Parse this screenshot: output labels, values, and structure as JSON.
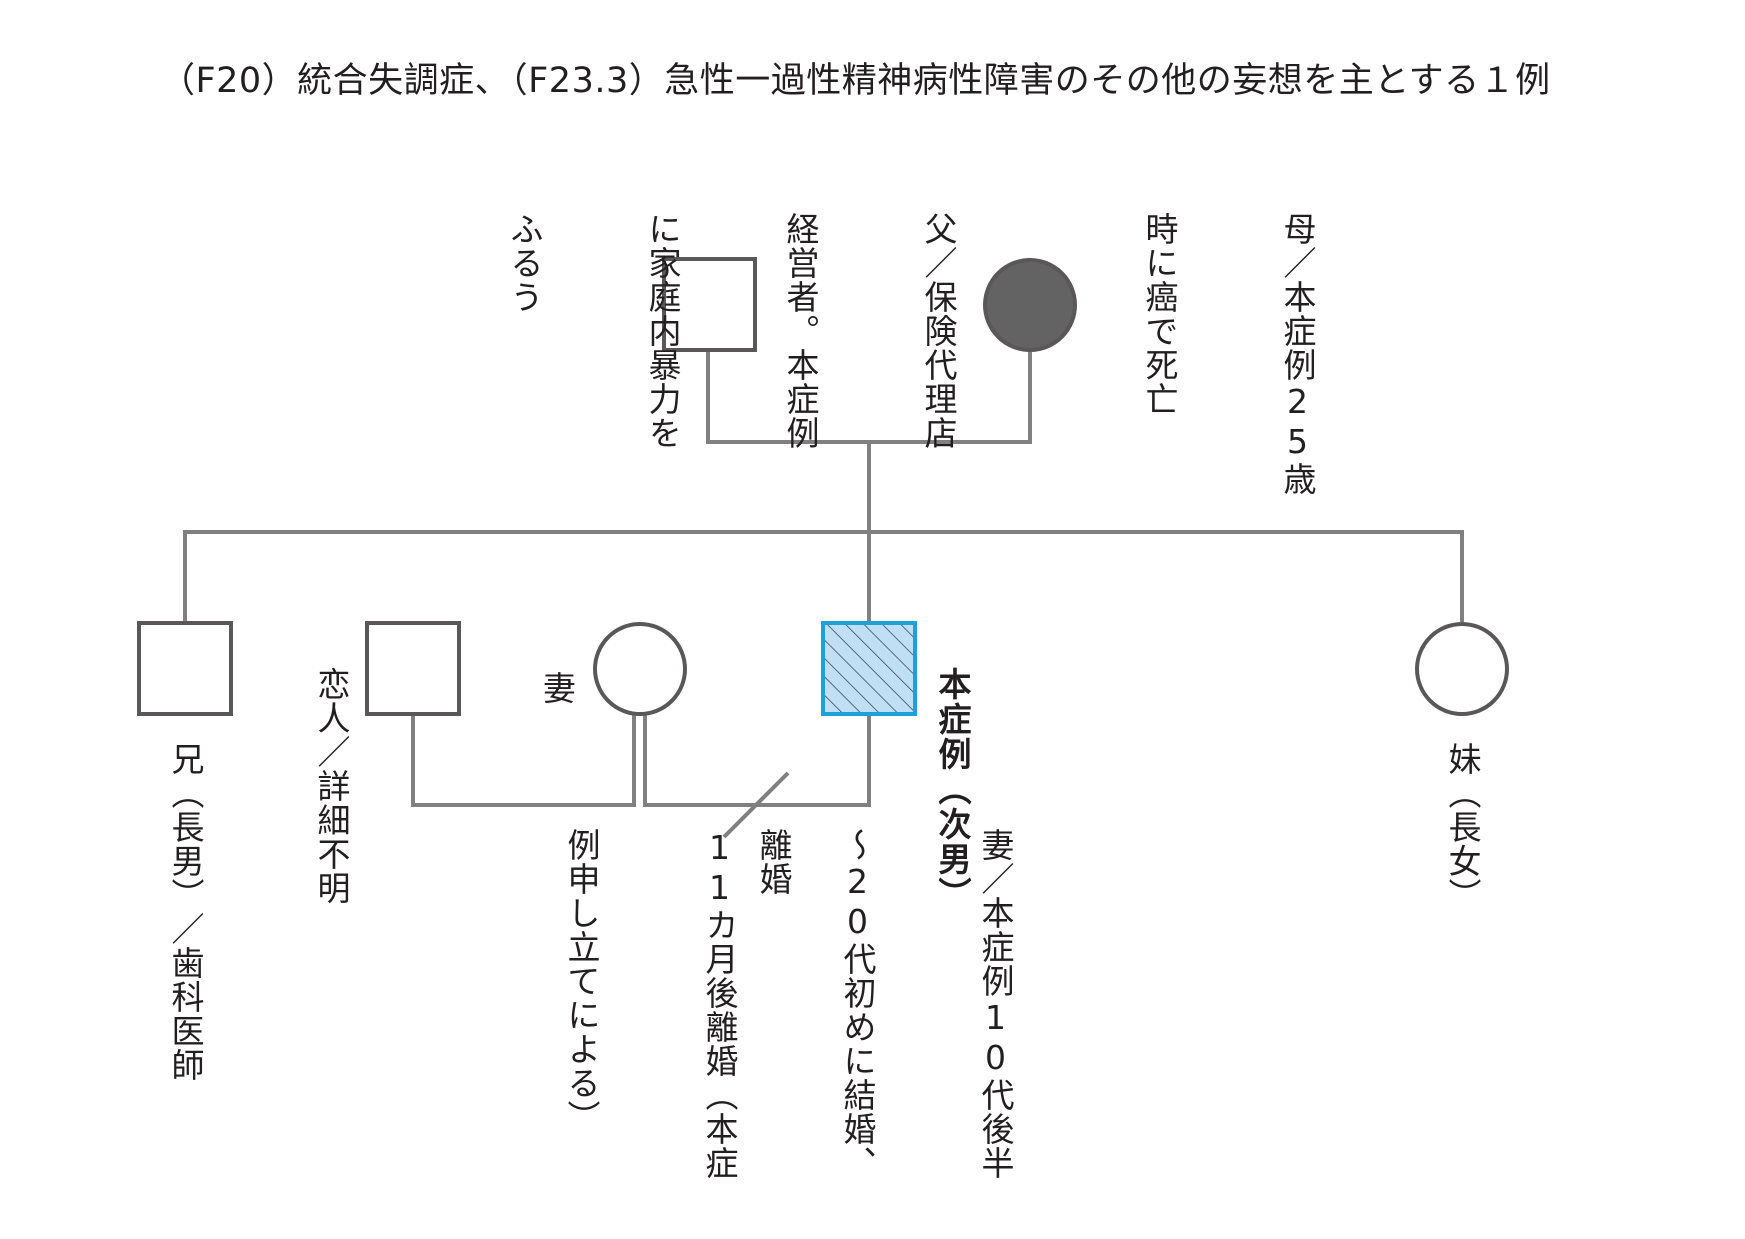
{
  "title": "（F20）統合失調症、（F23.3）急性一過性精神病性障害のその他の妄想を主とする１例",
  "colors": {
    "line": "#808080",
    "symbol_stroke": "#595757",
    "deceased_fill": "#636363",
    "proband_stroke": "#1ea0d8",
    "proband_fill": "#bfe0f4",
    "proband_hatch": "#3a4a6a"
  },
  "people": {
    "father": {
      "symbol": "square",
      "note_lines": [
        "父／保険代理店",
        "経営者。本症例",
        "に家庭内暴力を",
        "ふるう"
      ]
    },
    "mother": {
      "symbol": "circle-filled",
      "note_lines": [
        "母／本症例25歳",
        "時に癌で死亡"
      ]
    },
    "brother": {
      "symbol": "square",
      "label": "兄（長男）／歯科医師"
    },
    "lover": {
      "symbol": "square",
      "label": "恋人／詳細不明"
    },
    "wife": {
      "symbol": "circle",
      "label": "妻",
      "note_lines": [
        "妻／本症例10代後半",
        "〜20代初めに結婚、",
        "11カ月後離婚（本症",
        "例申し立てによる）"
      ]
    },
    "proband": {
      "symbol": "square-hatched",
      "label": "本症例（次男）"
    },
    "sister": {
      "symbol": "circle",
      "label": "妹（長女）"
    }
  },
  "divorce_label": "離婚"
}
